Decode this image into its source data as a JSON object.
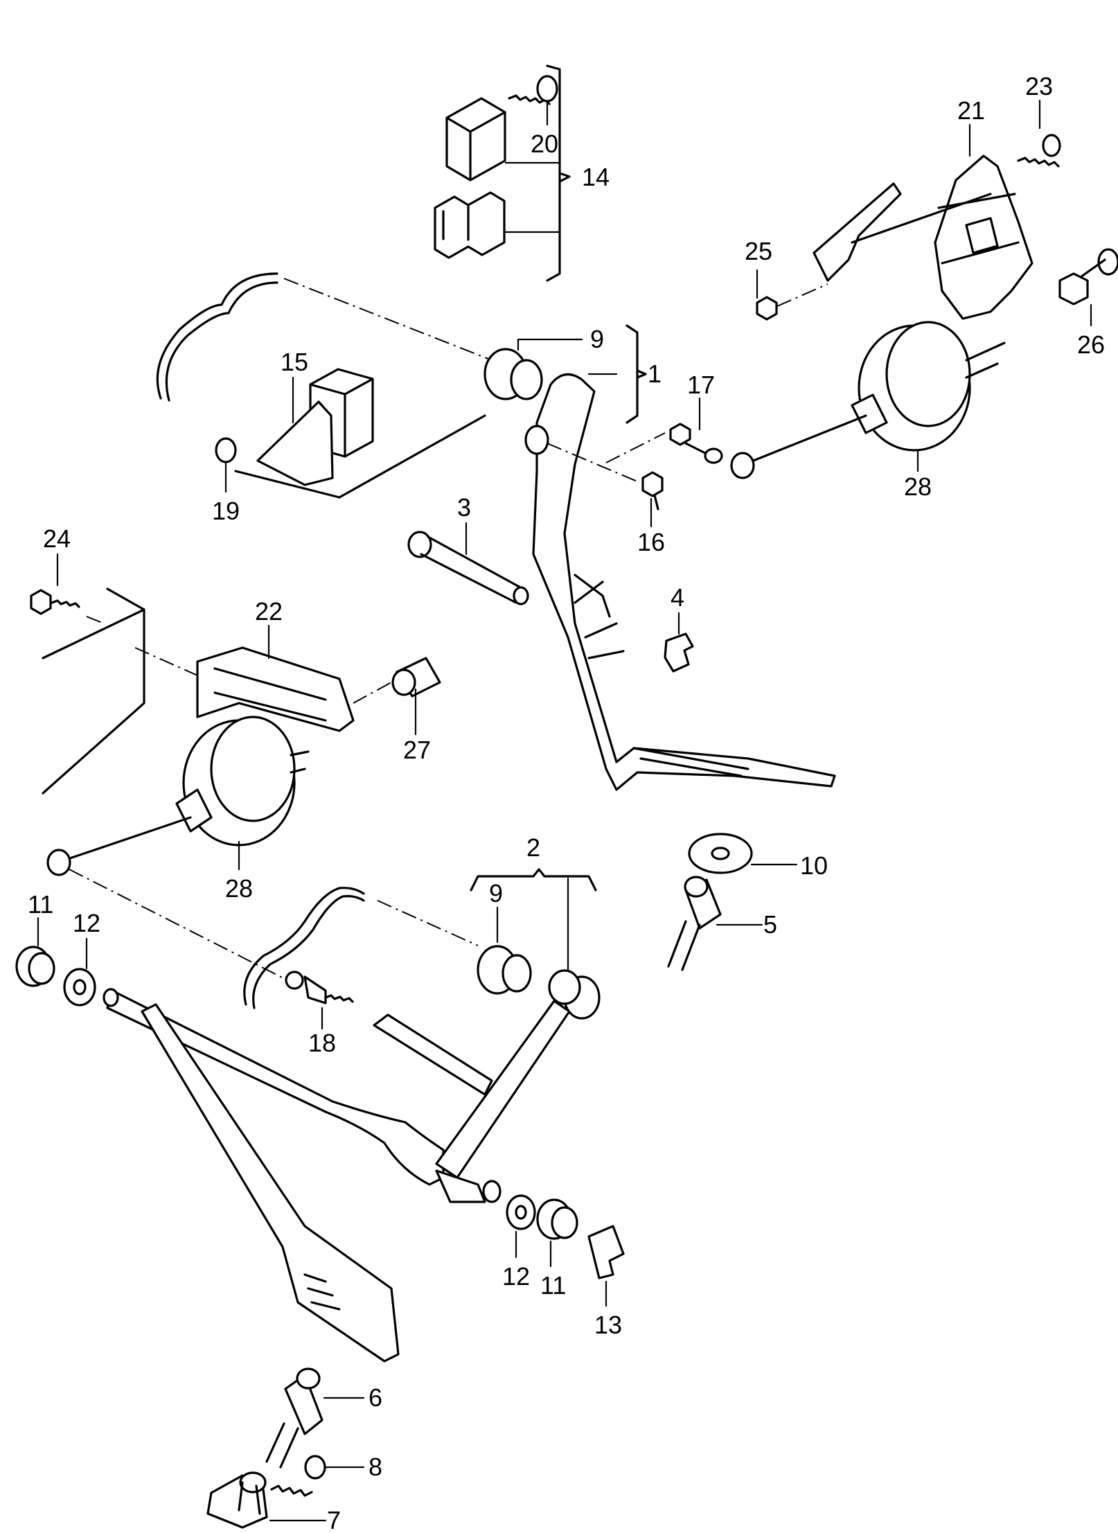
{
  "labels": {
    "1": "1",
    "2": "2",
    "3": "3",
    "4": "4",
    "5": "5",
    "6": "6",
    "7": "7",
    "8": "8",
    "9": "9",
    "10": "10",
    "11": "11",
    "12": "12",
    "13": "13",
    "14": "14",
    "15": "15",
    "16": "16",
    "17": "17",
    "18": "18",
    "19": "19",
    "20": "20",
    "21": "21",
    "22": "22",
    "23": "23",
    "24": "24",
    "25": "25",
    "26": "26",
    "27": "27",
    "28": "28"
  }
}
